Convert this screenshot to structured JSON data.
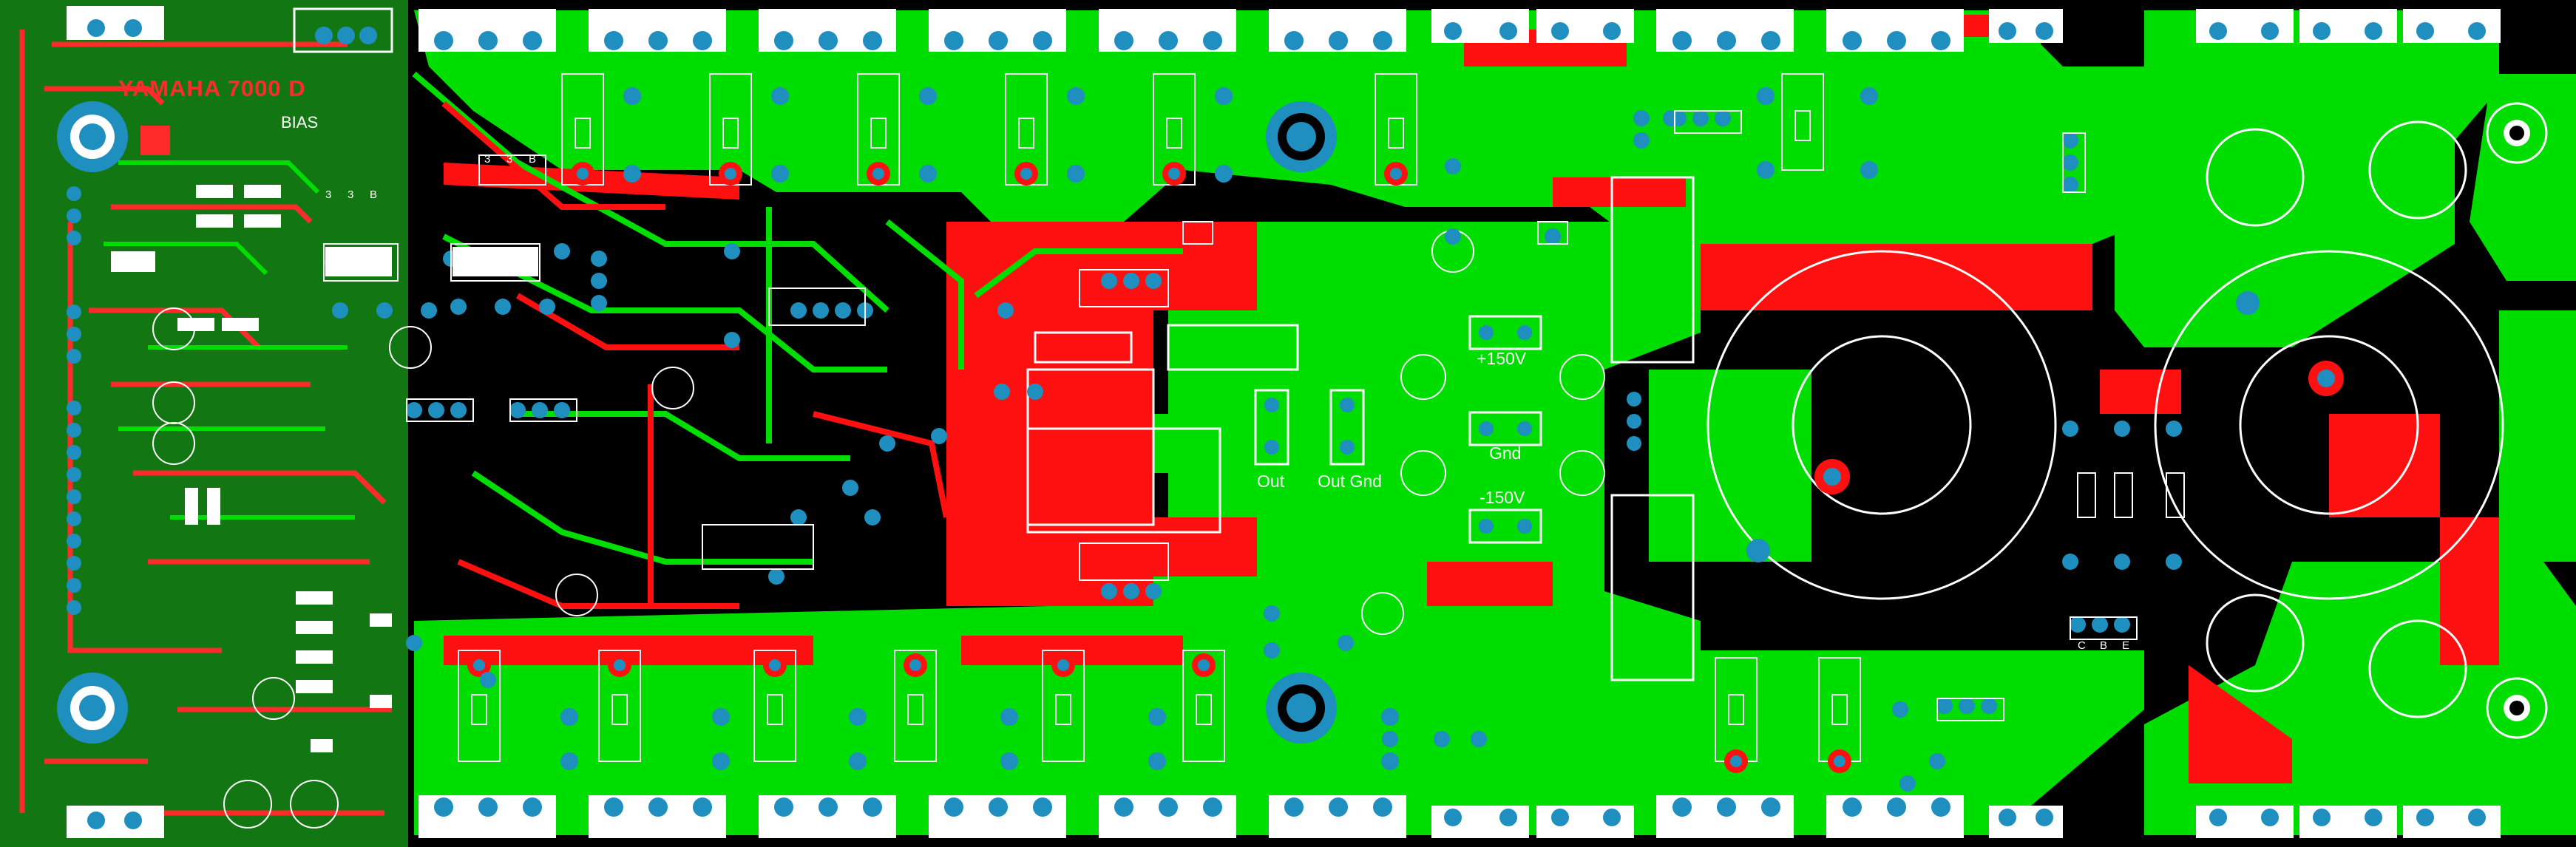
{
  "board": {
    "title": "YAMAHA 7000 D",
    "labels": {
      "bias": "BIAS",
      "out": "Out",
      "out_gnd": "Out Gnd",
      "plus_150v": "+150V",
      "gnd": "Gnd",
      "minus_150v": "-150V"
    },
    "pin_labels": {
      "bcb": [
        "3",
        "3",
        "B"
      ],
      "cbe": [
        "C",
        "B",
        "E"
      ]
    }
  },
  "colors": {
    "background": "#000000",
    "board_left": "#127712",
    "copper_top": "#00dd00",
    "copper_bottom": "#ff1010",
    "pad": "#1f8fbf",
    "silkscreen": "#ffffff"
  }
}
